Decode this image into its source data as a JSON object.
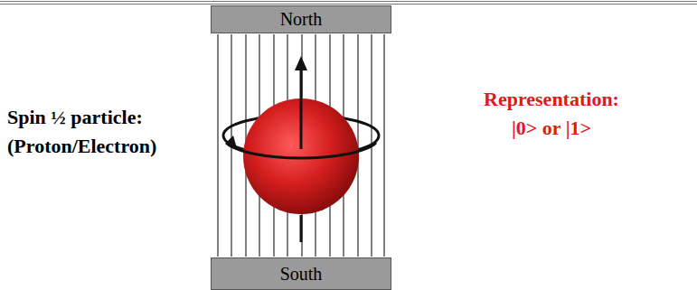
{
  "diagram": {
    "nodes": [
      {
        "text": [
          "North"
        ]
      },
      {
        "text": [
          "South"
        ]
      }
    ],
    "labels": [
      "Spin ½ particle: (Proton/Electron)",
      "Representation: |0> or |1>"
    ]
  }
}
